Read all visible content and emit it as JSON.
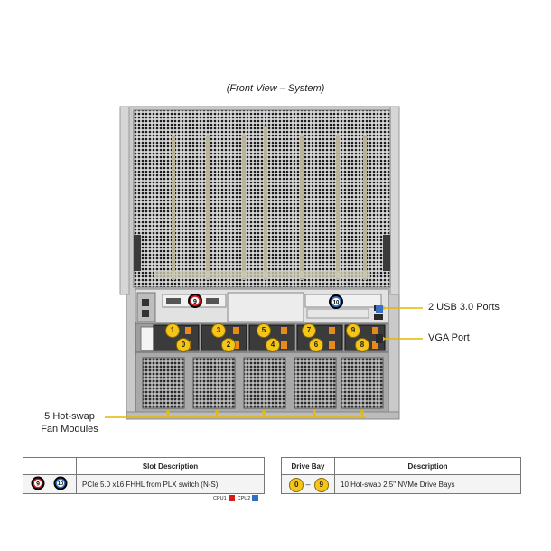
{
  "title": "(Front View – System)",
  "callouts": {
    "usb": "2 USB 3.0 Ports",
    "vga": "VGA Port",
    "fans_line1": "5 Hot-swap",
    "fans_line2": "Fan Modules"
  },
  "pcie_slot_labels": [
    "9",
    "10"
  ],
  "drive_bay_labels": [
    "1",
    "3",
    "5",
    "7",
    "9",
    "0",
    "2",
    "4",
    "6",
    "8"
  ],
  "slot_table": {
    "header": "Slot Description",
    "badges": [
      "9",
      "10"
    ],
    "description": "PCIe 5.0 x16 FHHL from PLX switch (N-S)",
    "cpu_legend": [
      "CPU1",
      "CPU2"
    ]
  },
  "drive_table": {
    "header_left": "Drive Bay",
    "header_right": "Description",
    "range_start": "0",
    "range_dash": "–",
    "range_end": "9",
    "description": "10 Hot-swap 2.5\" NVMe Drive Bays"
  },
  "colors": {
    "cpu1": "#d81b1b",
    "cpu2": "#2f6fc4",
    "callout_line": "#e6b800",
    "badge_yellow": "#f5c518"
  }
}
